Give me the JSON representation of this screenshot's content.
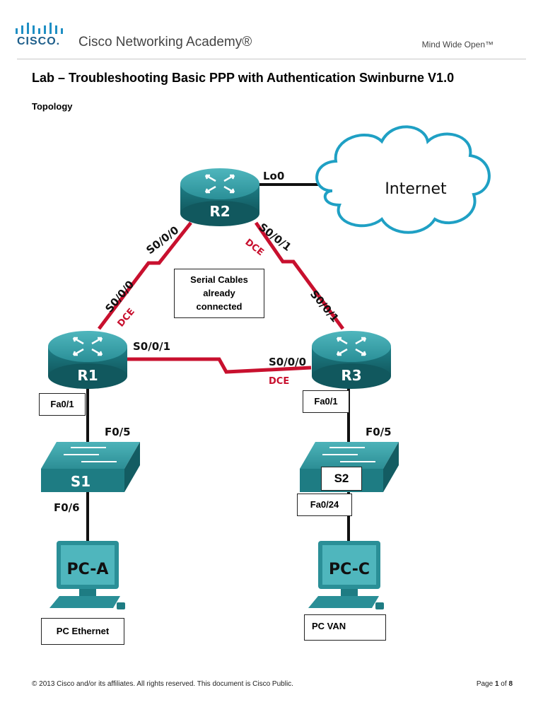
{
  "header": {
    "logo_word": "CISCO.",
    "academy": "Cisco Networking Academy®",
    "tagline": "Mind Wide Open™"
  },
  "title": "Lab – Troubleshooting Basic PPP with Authentication Swinburne V1.0",
  "section": "Topology",
  "topology": {
    "devices": {
      "r1": "R1",
      "r2": "R2",
      "r3": "R3",
      "s1": "S1",
      "s2": "S2",
      "pca": "PC-A",
      "pcc": "PC-C",
      "cloud": "Internet"
    },
    "ports": {
      "r2_lo0": "Lo0",
      "r2_s000": "S0/0/0",
      "r2_s001": "S0/0/1",
      "r1_s000": "S0/0/0",
      "r1_s001": "S0/0/1",
      "r3_s001": "S0/0/1",
      "r3_s000": "S0/0/0",
      "s1_f05": "F0/5",
      "s1_f06": "F0/6",
      "s2_f05": "F0/5"
    },
    "dce": {
      "r2_to_r3": "DCE",
      "r1_to_r2": "DCE",
      "r3_to_r1": "DCE"
    },
    "boxes": {
      "serial_note": [
        "Serial Cables",
        "already",
        "connected"
      ],
      "r1_fa01": "Fa0/1",
      "r3_fa01": "Fa0/1",
      "s2_fa024": "Fa0/24",
      "pca_name": "PC Ethernet",
      "pcc_name": "PC VAN"
    }
  },
  "footer": {
    "copyright": "© 2013 Cisco and/or its affiliates. All rights reserved. This document is Cisco Public.",
    "page_prefix": "Page ",
    "page_num": "1",
    "page_of": " of ",
    "page_total": "8"
  }
}
